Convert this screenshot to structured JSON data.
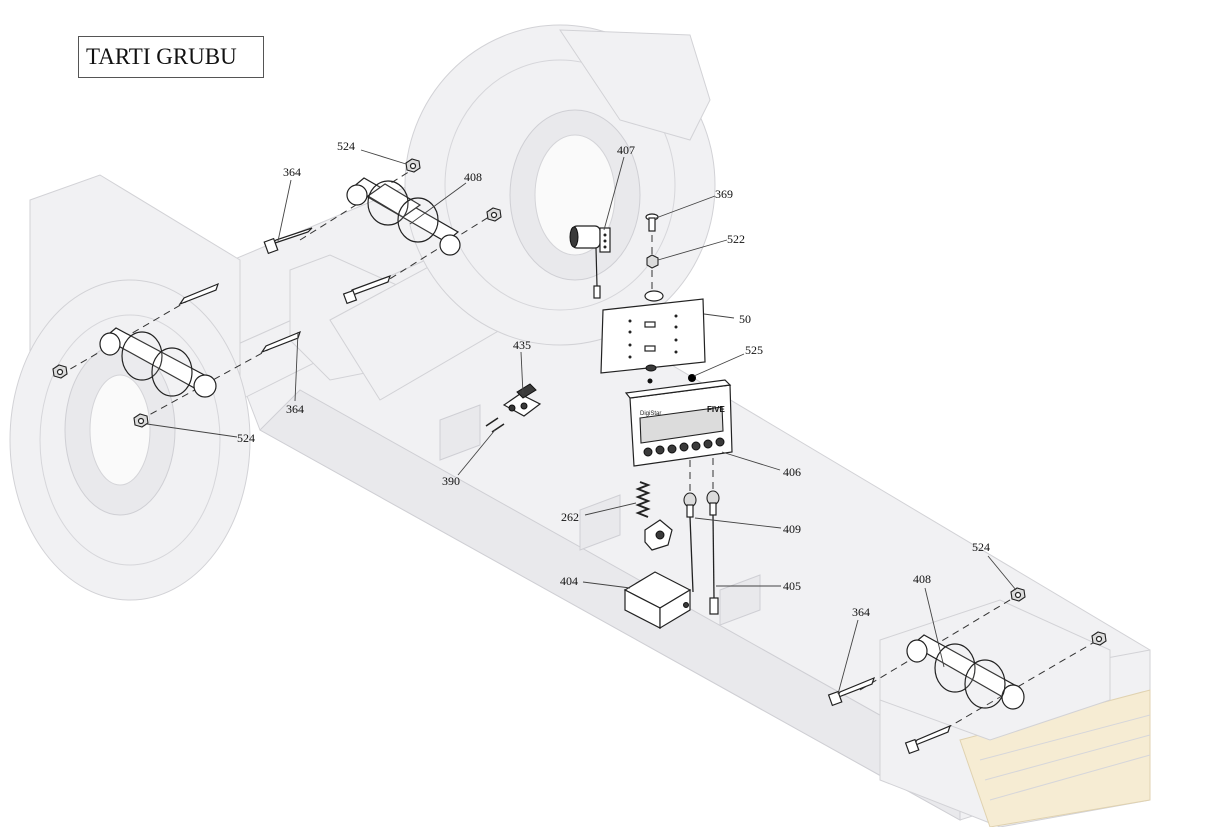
{
  "title": "TARTI GRUBU",
  "callouts": {
    "c524a": "524",
    "c364a": "364",
    "c408a": "408",
    "c407": "407",
    "c369": "369",
    "c522": "522",
    "c50": "50",
    "c525": "525",
    "c435": "435",
    "c364b": "364",
    "c524b": "524",
    "c390": "390",
    "c406": "406",
    "c262": "262",
    "c409": "409",
    "c404": "404",
    "c405": "405",
    "c524c": "524",
    "c408b": "408",
    "c364c": "364"
  },
  "indicator": {
    "brand": "DigiStar",
    "model": "FIVE"
  }
}
